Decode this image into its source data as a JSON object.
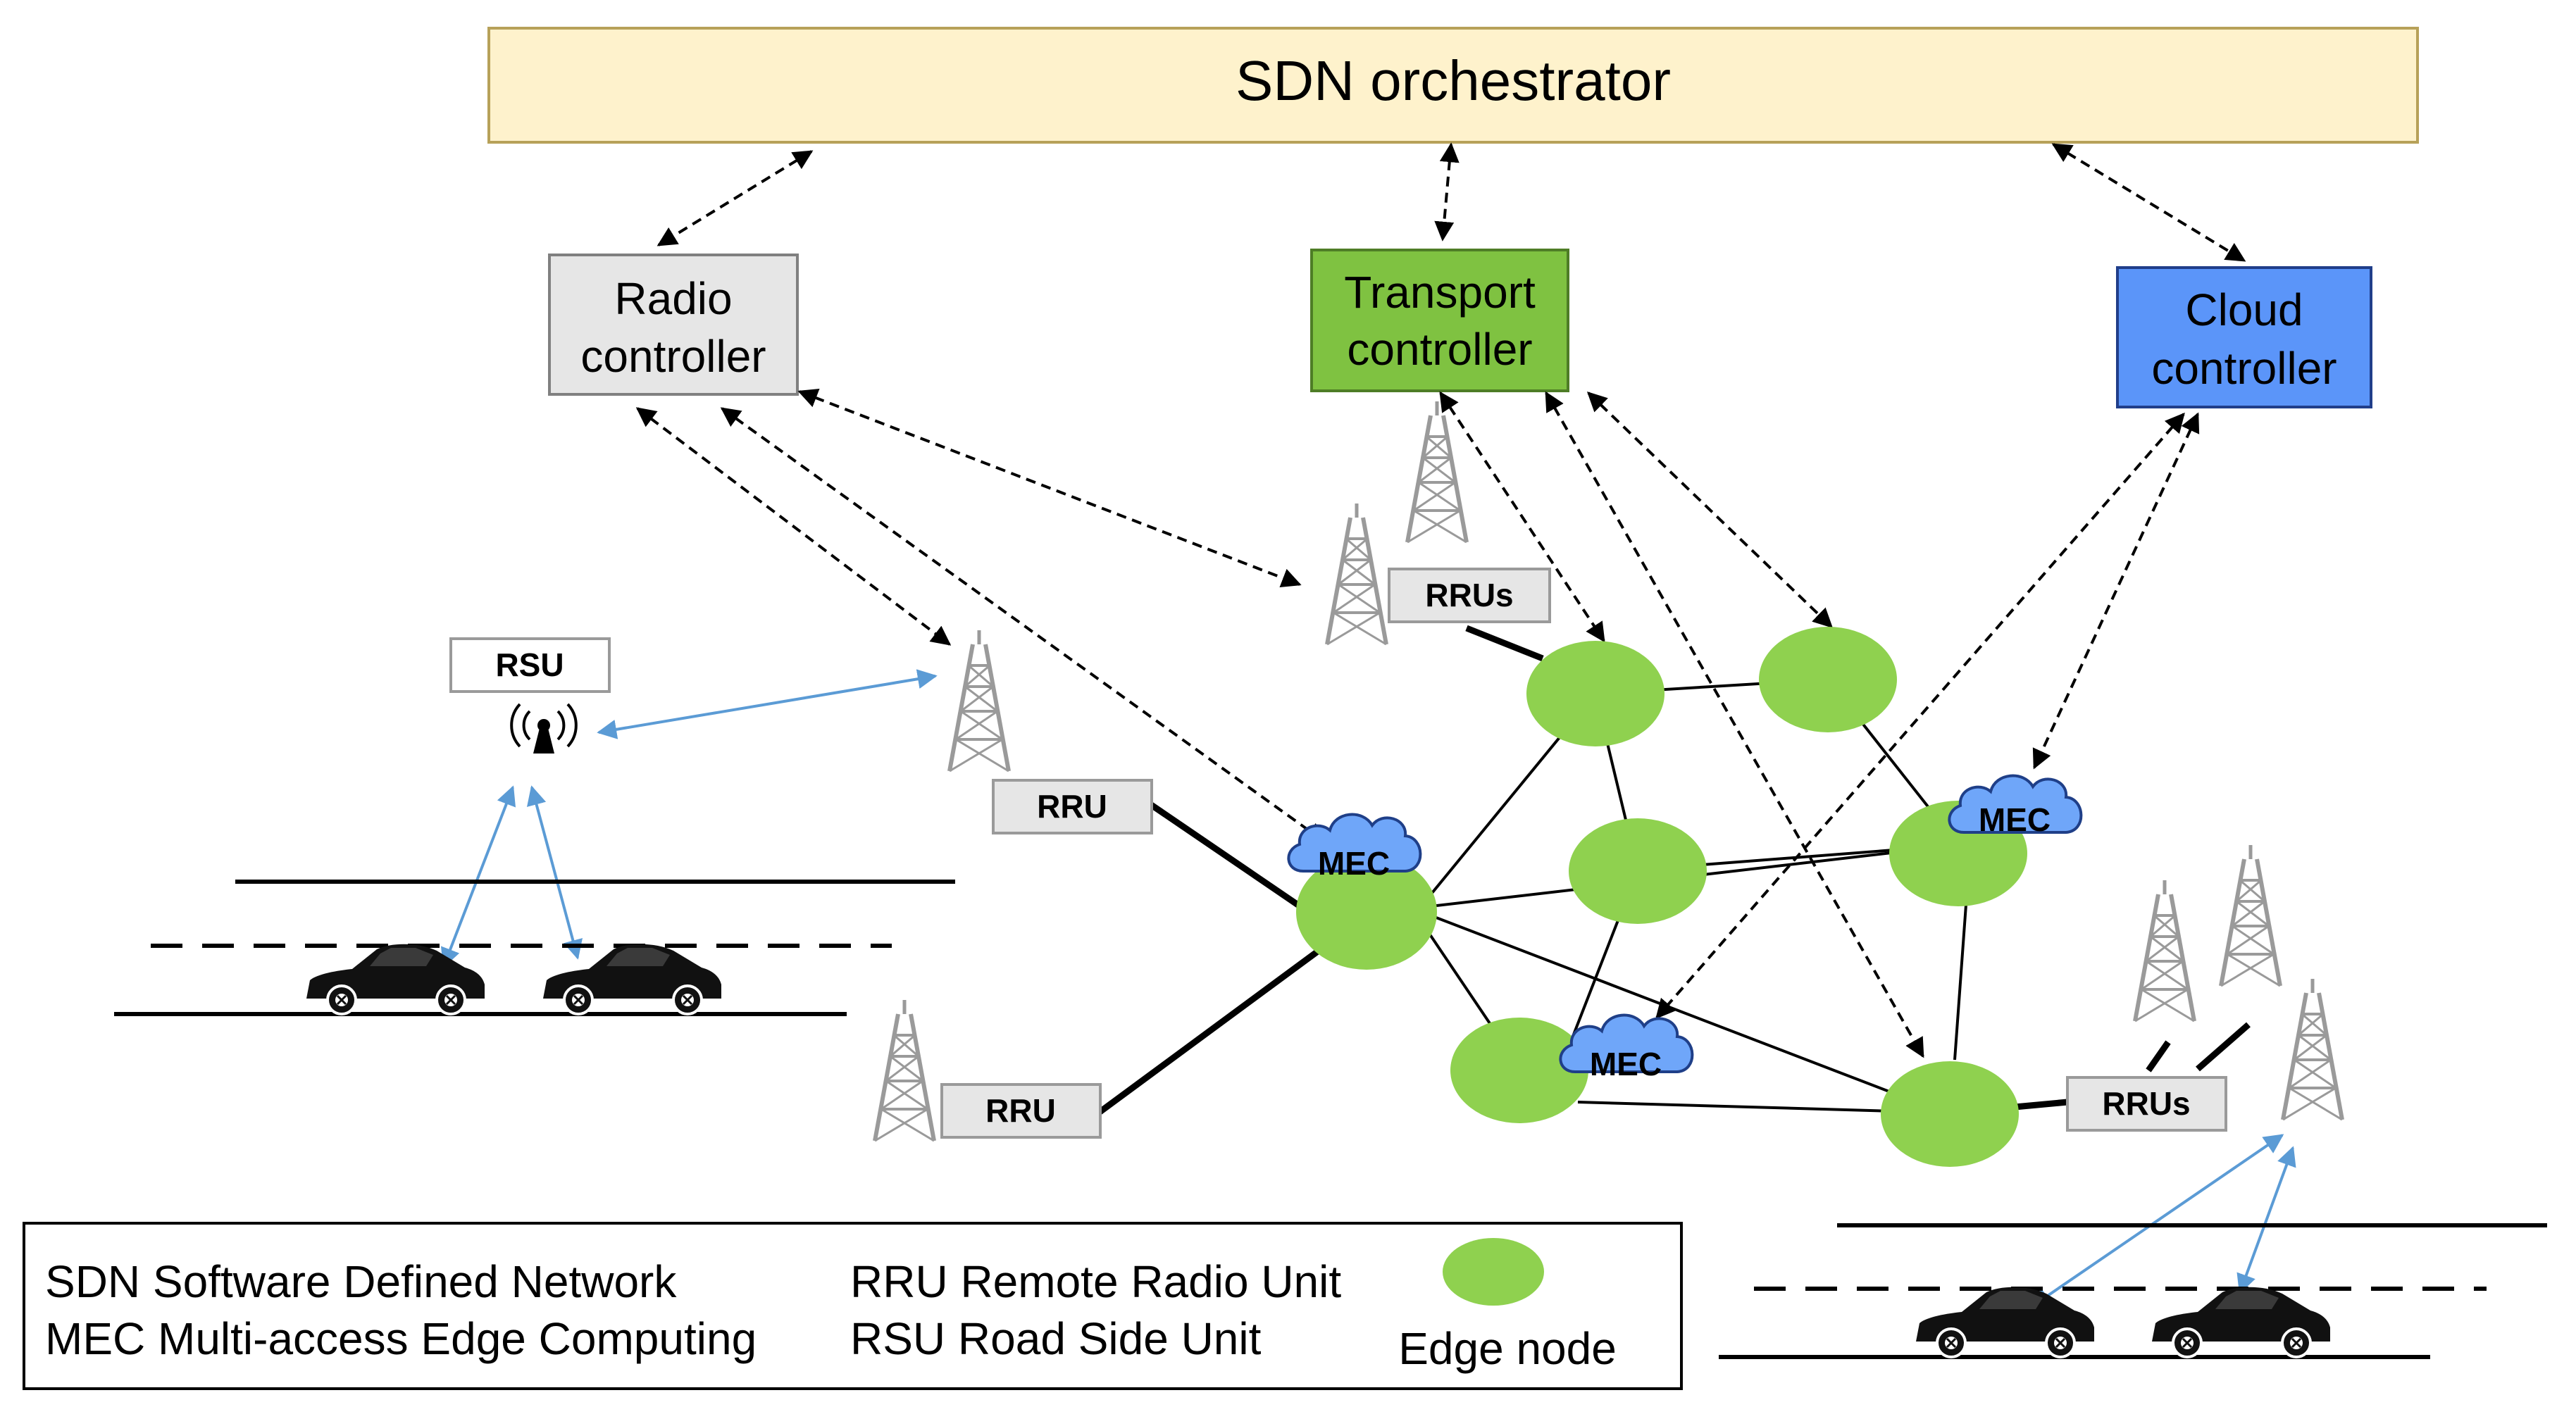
{
  "orchestrator": {
    "label": "SDN orchestrator"
  },
  "controllers": {
    "radio": {
      "line1": "Radio",
      "line2": "controller"
    },
    "transport": {
      "line1": "Transport",
      "line2": "controller"
    },
    "cloud": {
      "line1": "Cloud",
      "line2": "controller"
    }
  },
  "tags": {
    "rsu": "RSU",
    "rru_upper": "RRU",
    "rru_lower": "RRU",
    "rrus_top": "RRUs",
    "rrus_right": "RRUs"
  },
  "mec": {
    "label": "MEC"
  },
  "legend": {
    "sdn": "SDN Software Defined Network",
    "mec": "MEC Multi-access Edge Computing",
    "rru": "RRU Remote Radio Unit",
    "rsu": "RSU Road Side Unit",
    "edge_node": "Edge node"
  },
  "colors": {
    "orchestrator_fill": "#FEF2CC",
    "orchestrator_border": "#B7A159",
    "radio_fill": "#E6E6E6",
    "transport_fill": "#7FC241",
    "cloud_fill": "#5B95F9",
    "edge_node": "#8FD14F",
    "mec_cloud": "#6FA6F9",
    "wireless_link": "#5B9BD5",
    "tower": "#9A9A9A"
  }
}
